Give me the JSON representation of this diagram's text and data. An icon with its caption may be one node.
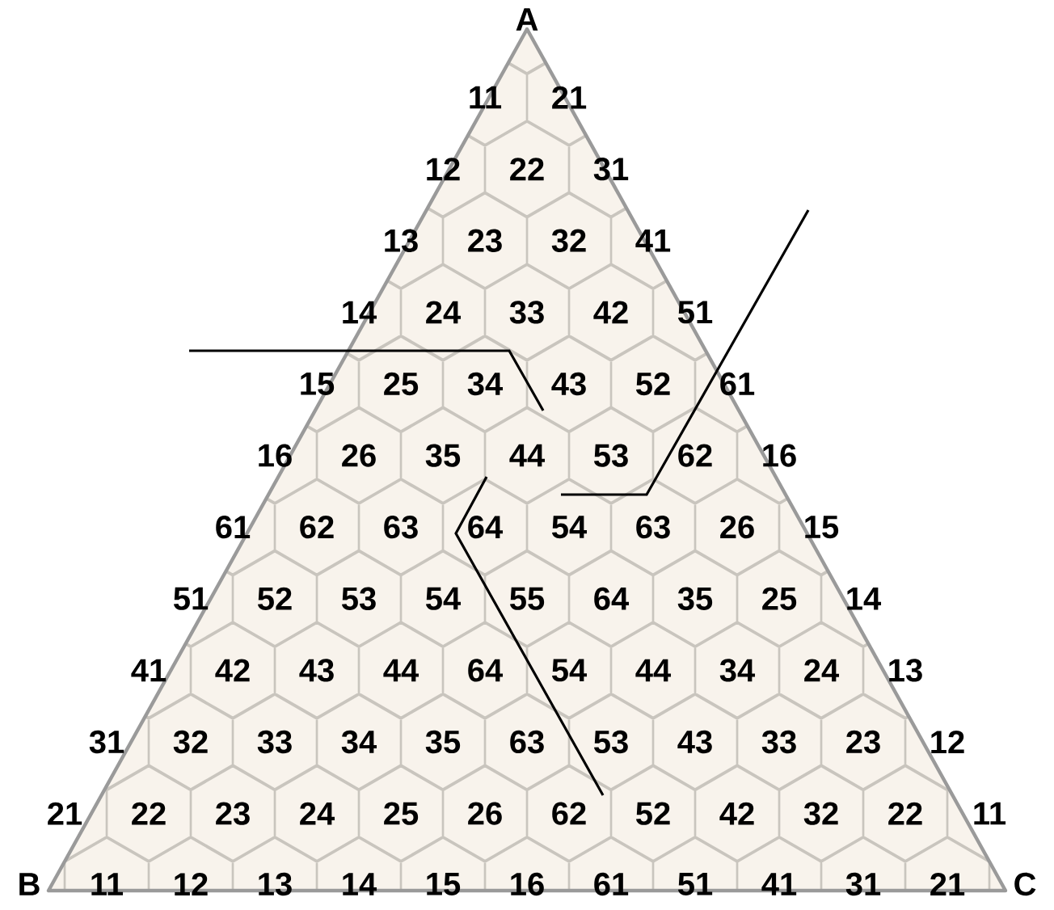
{
  "diagram": {
    "labels": [
      "A",
      "11",
      "21",
      "12",
      "22",
      "31",
      "13",
      "23",
      "32",
      "41",
      "14",
      "24",
      "33",
      "42",
      "51",
      "15",
      "25",
      "34",
      "43",
      "52",
      "61",
      "16",
      "26",
      "35",
      "44",
      "53",
      "62",
      "16",
      "61",
      "62",
      "63",
      "64",
      "54",
      "63",
      "26",
      "15",
      "51",
      "52",
      "53",
      "54",
      "55",
      "64",
      "35",
      "25",
      "14",
      "41",
      "42",
      "43",
      "44",
      "64",
      "54",
      "44",
      "34",
      "24",
      "13",
      "31",
      "32",
      "33",
      "34",
      "35",
      "63",
      "53",
      "43",
      "33",
      "23",
      "12",
      "21",
      "22",
      "23",
      "24",
      "25",
      "26",
      "62",
      "52",
      "42",
      "32",
      "22",
      "11",
      "B",
      "11",
      "12",
      "13",
      "14",
      "15",
      "16",
      "61",
      "51",
      "41",
      "31",
      "21",
      "C"
    ]
  }
}
